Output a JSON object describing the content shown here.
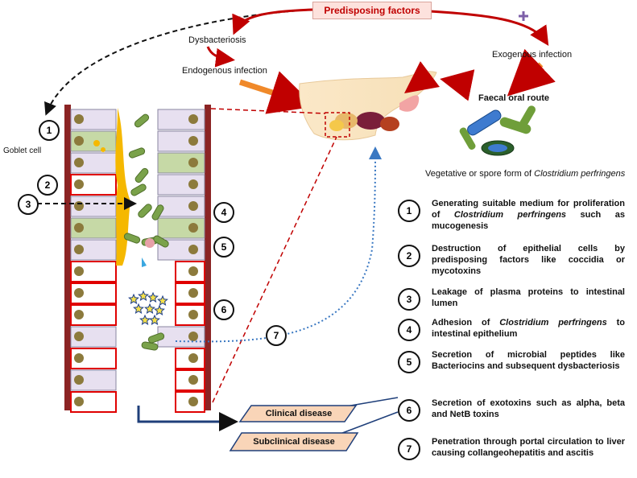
{
  "labels": {
    "predisposing": "Predisposing factors",
    "dysbacteriosis": "Dysbacteriosis",
    "endogenous": "Endogenous infection",
    "exogenous": "Exogenous infection",
    "faecal_oral": "Faecal oral route",
    "vegetative": "Vegetative or spore form of ",
    "vegetative_italic": "Clostridium perfringens",
    "goblet": "Goblet cell",
    "clinical": "Clinical disease",
    "subclinical": "Subclinical disease"
  },
  "markers": [
    "1",
    "2",
    "3",
    "4",
    "5",
    "6",
    "7"
  ],
  "legend": [
    {
      "num": "1",
      "pre": "Generating suitable medium for proliferation of ",
      "italic": "Clostridium perfringens",
      "post": " such as mucogenesis"
    },
    {
      "num": "2",
      "pre": "Destruction of epithelial cells by predisposing factors like coccidia or mycotoxins",
      "italic": "",
      "post": ""
    },
    {
      "num": "3",
      "pre": "Leakage of plasma proteins to intestinal lumen",
      "italic": "",
      "post": ""
    },
    {
      "num": "4",
      "pre": "Adhesion of ",
      "italic": "Clostridium perfringens",
      "post": " to intestinal epithelium"
    },
    {
      "num": "5",
      "pre": "Secretion of microbial peptides like Bacteriocins and subsequent dysbacteriosis",
      "italic": "",
      "post": ""
    },
    {
      "num": "6",
      "pre": "Secretion of exotoxins such as alpha, beta and NetB toxins",
      "italic": "",
      "post": ""
    },
    {
      "num": "7",
      "pre": "Penetration through portal circulation to liver causing collangeohepatitis and ascitis",
      "italic": "",
      "post": ""
    }
  ],
  "colors": {
    "accent_red": "#c00000",
    "wall": "#8b2424",
    "mucus": "#f5b800",
    "cell_normal": "#e7e0f0",
    "cell_goblet": "#c6d9a6",
    "nucleus": "#8c7a3c",
    "bacteria": "#7aa24a",
    "disease_box": "#f9d5b8"
  }
}
